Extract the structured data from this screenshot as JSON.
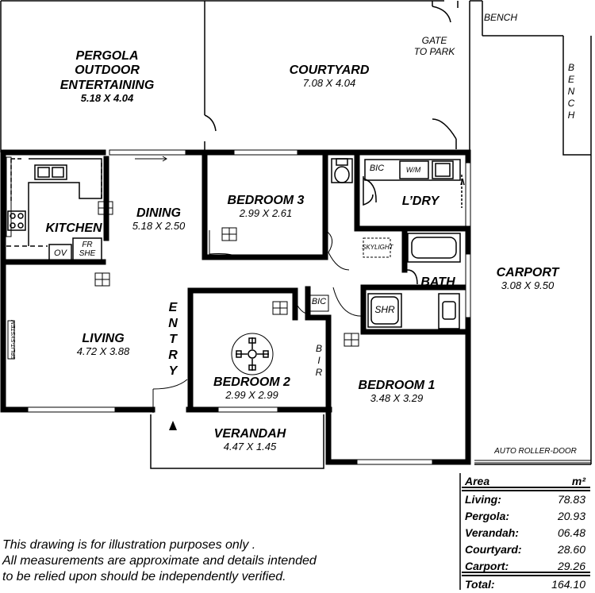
{
  "rooms": {
    "pergola": {
      "name_l1": "PERGOLA",
      "name_l2": "OUTDOOR",
      "name_l3": "ENTERTAINING",
      "dim": "5.18 X 4.04"
    },
    "courtyard": {
      "name": "COURTYARD",
      "dim": "7.08 X 4.04"
    },
    "bedroom3": {
      "name": "BEDROOM 3",
      "dim": "2.99 X 2.61"
    },
    "kitchen": {
      "name": "KITCHEN"
    },
    "dining": {
      "name": "DINING",
      "dim": "5.18 X 2.50"
    },
    "laundry": {
      "name": "L’DRY"
    },
    "bath": {
      "name": "BATH"
    },
    "carport": {
      "name": "CARPORT",
      "dim": "3.08 X 9.50"
    },
    "living": {
      "name": "LIVING",
      "dim": "4.72 X 3.88"
    },
    "entry": {
      "name": "ENTRY"
    },
    "bedroom2": {
      "name": "BEDROOM 2",
      "dim": "2.99 X 2.99"
    },
    "bedroom1": {
      "name": "BEDROOM 1",
      "dim": "3.48 X 3.29"
    },
    "verandah": {
      "name": "VERANDAH",
      "dim": "4.47 X 1.45"
    }
  },
  "fixtures": {
    "bench_top": "BENCH",
    "bench_side": "BENCH",
    "gate_l1": "GATE",
    "gate_l2": "TO PARK",
    "bic_laundry": "BIC",
    "wm": "W/M",
    "skylight": "SKYLIGHT",
    "shr": "SHR",
    "bic_hall": "BIC",
    "bir": "BIR",
    "ov": "OV",
    "fr": "FR",
    "she": "SHE",
    "split_system": "SPLIT-SYSTEM",
    "roller_door": "AUTO ROLLER-DOOR"
  },
  "area_table": {
    "header_label": "Area",
    "header_unit": "m²",
    "rows": [
      {
        "label": "Living:",
        "value": "78.83"
      },
      {
        "label": "Pergola:",
        "value": "20.93"
      },
      {
        "label": "Verandah:",
        "value": "06.48"
      },
      {
        "label": "Courtyard:",
        "value": "28.60"
      },
      {
        "label": "Carport:",
        "value": "29.26"
      }
    ],
    "total_label": "Total:",
    "total_value": "164.10"
  },
  "disclaimer": {
    "line1": "This drawing is for illustration purposes only .",
    "line2": "All measurements are approximate and details intended",
    "line3": "to be relied upon should be independently verified."
  }
}
